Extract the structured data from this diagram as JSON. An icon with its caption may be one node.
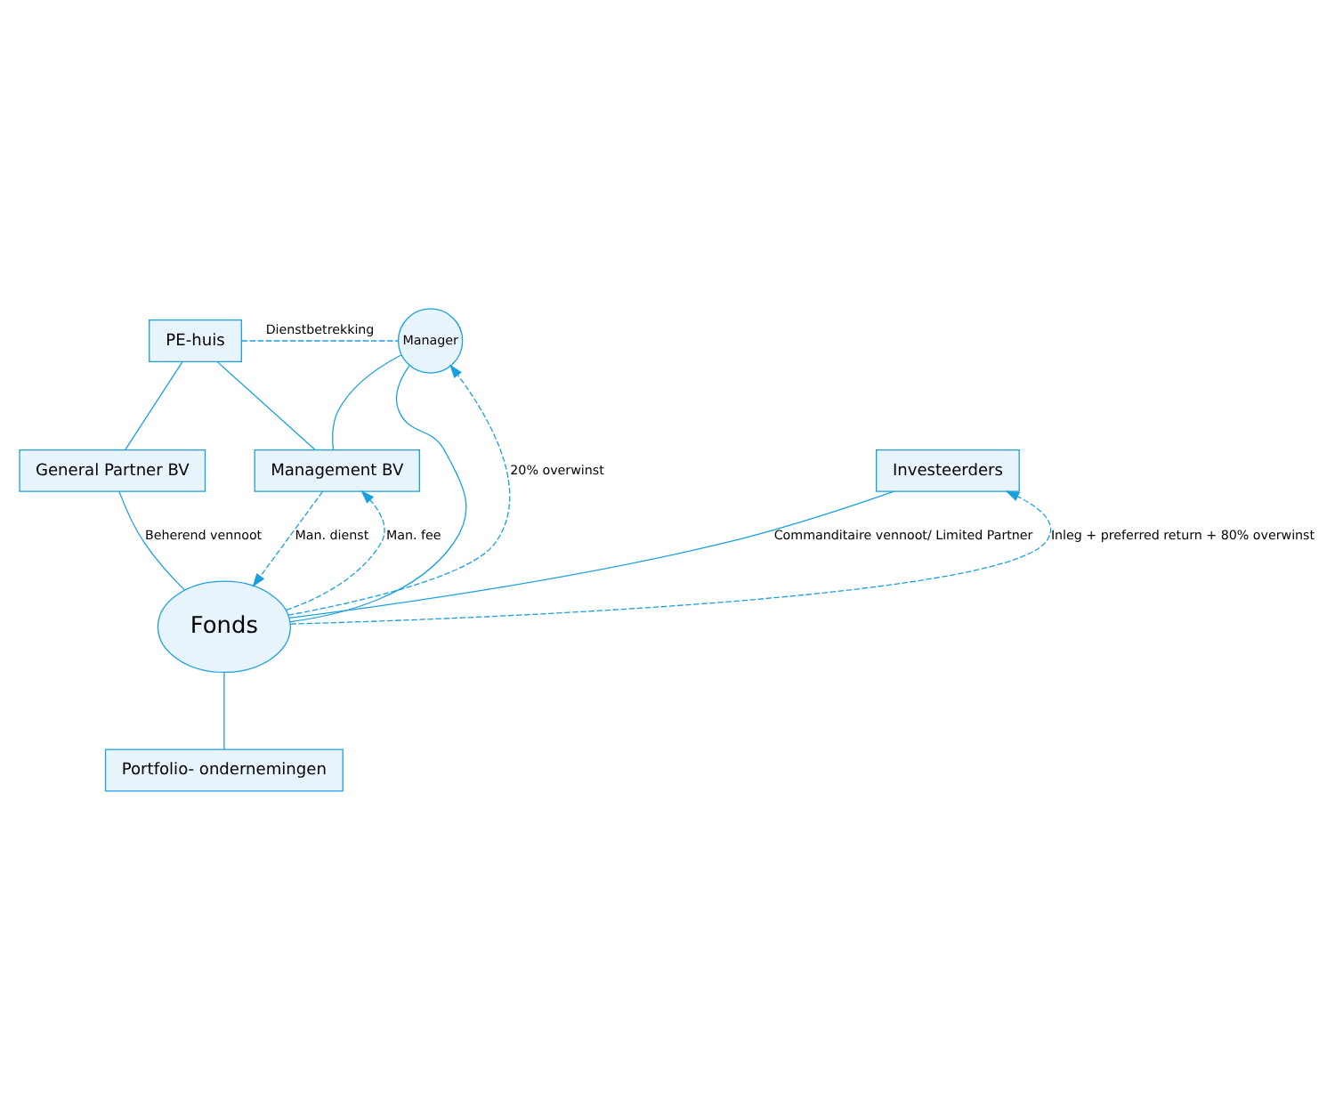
{
  "diagram": {
    "nodes": [
      {
        "text": [
          "PE-huis"
        ]
      },
      {
        "text": [
          "Manager"
        ]
      },
      {
        "text": [
          "General Partner BV"
        ]
      },
      {
        "text": [
          "Management BV"
        ]
      },
      {
        "text": [
          "Investeerders"
        ]
      },
      {
        "text": [
          "Fonds"
        ]
      },
      {
        "text": [
          "Portfolio- ondernemingen"
        ]
      }
    ],
    "edges": [
      {
        "from": 0,
        "to": 1,
        "arrow": "none",
        "style": "dashed",
        "label": "Dienstbetrekking"
      },
      {
        "from": 0,
        "to": 2,
        "arrow": "none"
      },
      {
        "from": 0,
        "to": 3,
        "arrow": "none"
      },
      {
        "from": 3,
        "to": 1,
        "arrow": "none"
      },
      {
        "from": 2,
        "to": 5,
        "arrow": "none",
        "label": "Beherend vennoot"
      },
      {
        "from": 5,
        "to": 1,
        "arrow": "none"
      },
      {
        "from": 5,
        "to": 1,
        "arrow": "to",
        "style": "dashed",
        "label": "20% overwinst"
      },
      {
        "from": 5,
        "to": 4,
        "arrow": "none",
        "label": "Commanditaire vennoot/ Limited Partner"
      },
      {
        "from": 5,
        "to": 4,
        "arrow": "to",
        "style": "dashed",
        "label": "Inleg + preferred return + 80% overwinst"
      },
      {
        "from": 3,
        "to": 5,
        "arrow": "to",
        "style": "dashed",
        "label": "Man. dienst"
      },
      {
        "from": 5,
        "to": 3,
        "arrow": "to",
        "style": "dashed",
        "label": "Man. fee"
      },
      {
        "from": 5,
        "to": 6,
        "arrow": "none"
      }
    ]
  }
}
